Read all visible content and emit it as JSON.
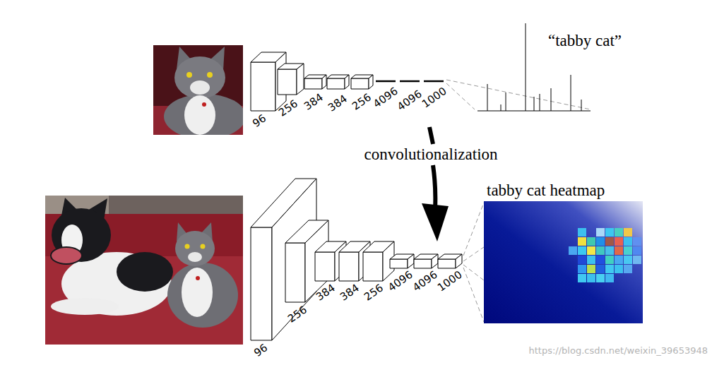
{
  "diagram": {
    "labels": [
      "“tabby cat”",
      "96",
      "256",
      "384",
      "384",
      "256",
      "4096",
      "4096",
      "1000",
      "convolutionalization",
      "tabby cat heatmap",
      "96",
      "256",
      "384",
      "384",
      "256",
      "4096",
      "4096",
      "1000",
      "https://blog.csdn.net/weixin_39653948"
    ]
  }
}
